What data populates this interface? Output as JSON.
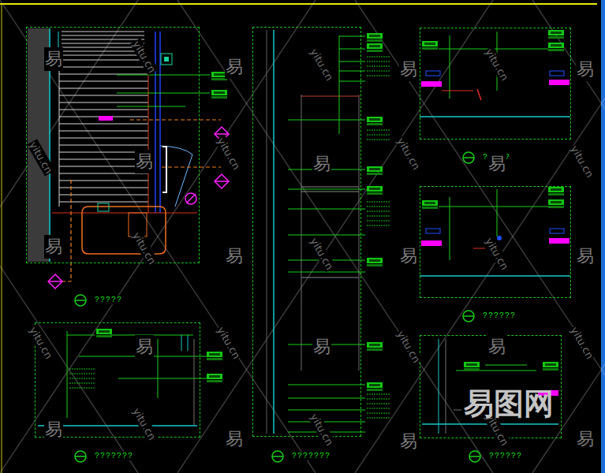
{
  "diagram": {
    "nodes": [
      {
        "text": [
          "?????"
        ]
      },
      {
        "text": [
          "???????"
        ]
      },
      {
        "text": [
          "?????"
        ]
      },
      {
        "text": [
          "??????"
        ]
      },
      {
        "text": [
          "???????"
        ]
      },
      {
        "text": [
          "??????"
        ]
      }
    ],
    "labels": [
      "易",
      "易",
      "易",
      "易",
      "易",
      "易",
      "易",
      "易",
      "易",
      "易",
      "易",
      "易",
      "易",
      "易",
      "易",
      "易",
      "易",
      "易",
      "yitu.cn",
      "yitu.cn",
      "yitu.cn",
      "yitu.cn",
      "yitu.cn",
      "yitu.cn",
      "yitu.cn",
      "yitu.cn",
      "yitu.cn",
      "yitu.cn",
      "yitu.cn",
      "yitu.cn",
      "yitu.cn",
      "yitu.cn",
      "yitu.cn",
      "yitu.cn",
      "yitu.cn",
      "易图网"
    ]
  }
}
